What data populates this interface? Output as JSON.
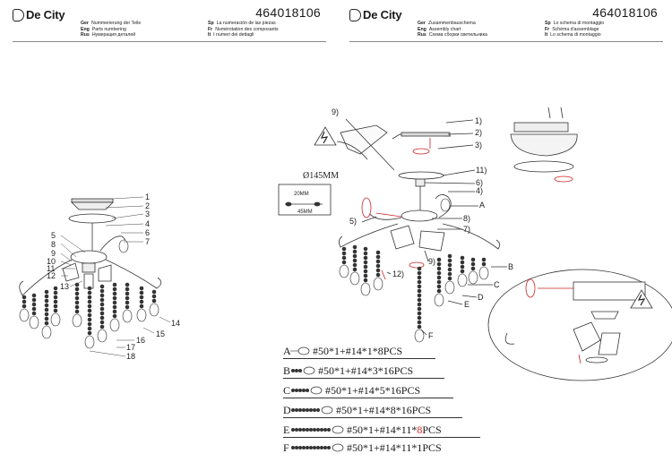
{
  "left": {
    "brand": "De City",
    "code": "464018106",
    "header": [
      {
        "k": "Ger",
        "v": "Nummerierung der Teile"
      },
      {
        "k": "Sp",
        "v": "La numeración de las piezas"
      },
      {
        "k": "Eng",
        "v": "Parts numbering"
      },
      {
        "k": "Fr",
        "v": "Numérotation des composants"
      },
      {
        "k": "Rus",
        "v": "Нумерация деталей"
      },
      {
        "k": "It",
        "v": "I numeri dei dettagli"
      }
    ],
    "parts": [
      "1",
      "2",
      "3",
      "4",
      "5",
      "6",
      "7",
      "8",
      "9",
      "10",
      "11",
      "12",
      "13",
      "14",
      "15",
      "16",
      "17",
      "18"
    ]
  },
  "right": {
    "brand": "De City",
    "code": "464018106",
    "header": [
      {
        "k": "Ger",
        "v": "Zusammenbauschema"
      },
      {
        "k": "Sp",
        "v": "Lo schema di montaggio"
      },
      {
        "k": "Eng",
        "v": "Assembly chart"
      },
      {
        "k": "Fr",
        "v": "Schéma d'assemblage"
      },
      {
        "k": "Rus",
        "v": "Схема сборки светильника"
      },
      {
        "k": "It",
        "v": "Lo schema di montaggio"
      }
    ],
    "steps": [
      "1)",
      "2)",
      "3)",
      "4)",
      "5)",
      "6)",
      "7)",
      "8)",
      "9)",
      "9)",
      "11)",
      "12)"
    ],
    "dimension": "Ø145MM",
    "dim_20": "20MM",
    "dim_45": "45MM",
    "drop_labels": [
      "A",
      "B",
      "C",
      "D",
      "E",
      "F"
    ],
    "legend": [
      {
        "letter": "A",
        "spec_pre": "#50*1+#14*1*8PCS",
        "spec_hl": "",
        "spec_post": ""
      },
      {
        "letter": "B",
        "spec_pre": "#50*1+#14*3*16PCS",
        "spec_hl": "",
        "spec_post": ""
      },
      {
        "letter": "C",
        "spec_pre": "#50*1+#14*5*16PCS",
        "spec_hl": "",
        "spec_post": ""
      },
      {
        "letter": "D",
        "spec_pre": "#50*1+#14*8*16PCS",
        "spec_hl": "",
        "spec_post": ""
      },
      {
        "letter": "E",
        "spec_pre": "#50*1+#14*11*",
        "spec_hl": "8",
        "spec_post": "PCS"
      },
      {
        "letter": "F",
        "spec_pre": "#50*1+#14*11*1PCS",
        "spec_hl": "",
        "spec_post": ""
      }
    ]
  }
}
